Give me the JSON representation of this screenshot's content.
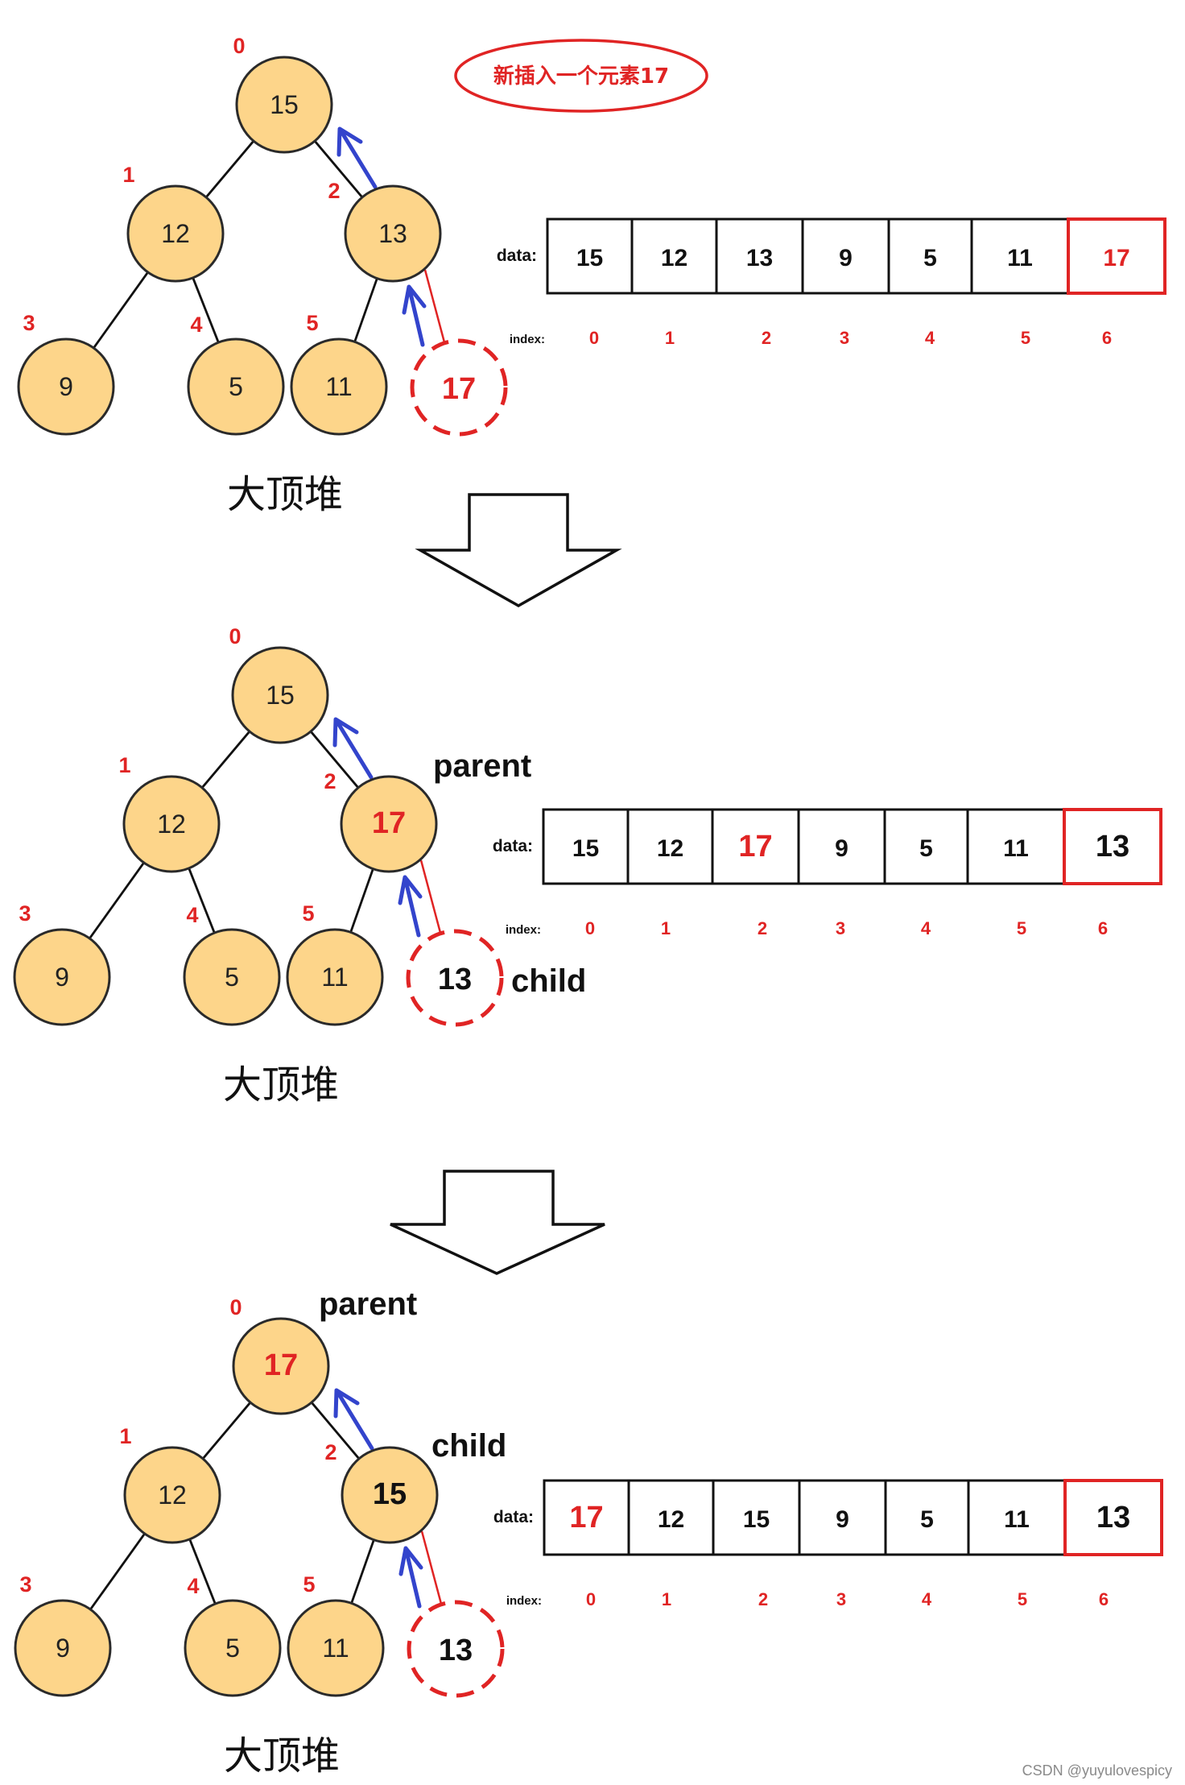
{
  "banner": "新插入一个元素17",
  "caption": "大顶堆",
  "array_label": "data:",
  "index_label": "index:",
  "index_values": [
    "0",
    "1",
    "2",
    "3",
    "4",
    "5",
    "6"
  ],
  "watermark": "CSDN @yuyulovespicy",
  "colors": {
    "node_fill": "#fdd58a",
    "highlight_red": "#e02424",
    "lasso_blue": "#3344bb"
  },
  "panels": [
    {
      "nodes": [
        {
          "idx": "0",
          "value": "15"
        },
        {
          "idx": "1",
          "value": "12"
        },
        {
          "idx": "2",
          "value": "13"
        },
        {
          "idx": "3",
          "value": "9"
        },
        {
          "idx": "4",
          "value": "5"
        },
        {
          "idx": "5",
          "value": "11"
        }
      ],
      "new_node": {
        "value": "17"
      },
      "array": [
        "15",
        "12",
        "13",
        "9",
        "5",
        "11",
        "17"
      ],
      "labels": []
    },
    {
      "nodes": [
        {
          "idx": "0",
          "value": "15"
        },
        {
          "idx": "1",
          "value": "12"
        },
        {
          "idx": "2",
          "value": "17"
        },
        {
          "idx": "3",
          "value": "9"
        },
        {
          "idx": "4",
          "value": "5"
        },
        {
          "idx": "5",
          "value": "11"
        }
      ],
      "new_node": {
        "value": "13"
      },
      "array": [
        "15",
        "12",
        "17",
        "9",
        "5",
        "11",
        "13"
      ],
      "labels": [
        "parent",
        "child"
      ]
    },
    {
      "nodes": [
        {
          "idx": "0",
          "value": "17"
        },
        {
          "idx": "1",
          "value": "12"
        },
        {
          "idx": "2",
          "value": "15"
        },
        {
          "idx": "3",
          "value": "9"
        },
        {
          "idx": "4",
          "value": "5"
        },
        {
          "idx": "5",
          "value": "11"
        }
      ],
      "new_node": {
        "value": "13"
      },
      "array": [
        "17",
        "12",
        "15",
        "9",
        "5",
        "11",
        "13"
      ],
      "labels": [
        "parent",
        "child"
      ]
    }
  ]
}
